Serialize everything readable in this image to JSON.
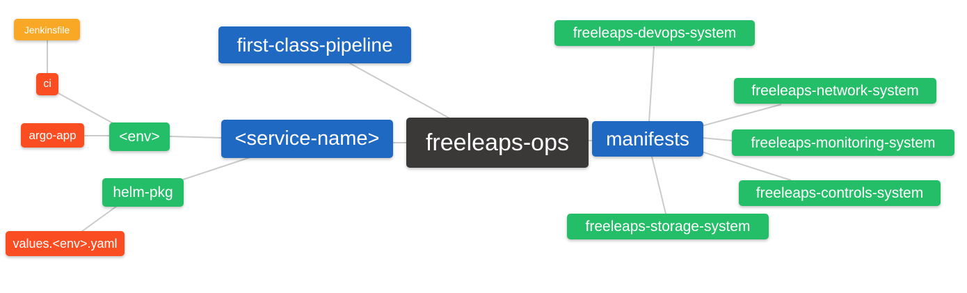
{
  "colors": {
    "root": "#3B3838",
    "branch_blue": "#2069C2",
    "leaf_green": "#24BE68",
    "leaf_red": "#FA4D21",
    "leaf_amber": "#F9A826",
    "edge": "#CBCBCB",
    "node_text": "#FFFFFF",
    "background": "#FFFFFF"
  },
  "nodes": {
    "root": {
      "label": "freeleaps-ops"
    },
    "pipeline": {
      "label": "first-class-pipeline"
    },
    "service": {
      "label": "<service-name>"
    },
    "manifests": {
      "label": "manifests"
    },
    "env": {
      "label": "<env>"
    },
    "helm": {
      "label": "helm-pkg"
    },
    "ci": {
      "label": "ci"
    },
    "argo": {
      "label": "argo-app"
    },
    "jenkinsfile": {
      "label": "Jenkinsfile"
    },
    "values": {
      "label": "values.<env>.yaml"
    },
    "devops": {
      "label": "freeleaps-devops-system"
    },
    "network": {
      "label": "freeleaps-network-system"
    },
    "monitoring": {
      "label": "freeleaps-monitoring-system"
    },
    "controls": {
      "label": "freeleaps-controls-system"
    },
    "storage": {
      "label": "freeleaps-storage-system"
    }
  }
}
